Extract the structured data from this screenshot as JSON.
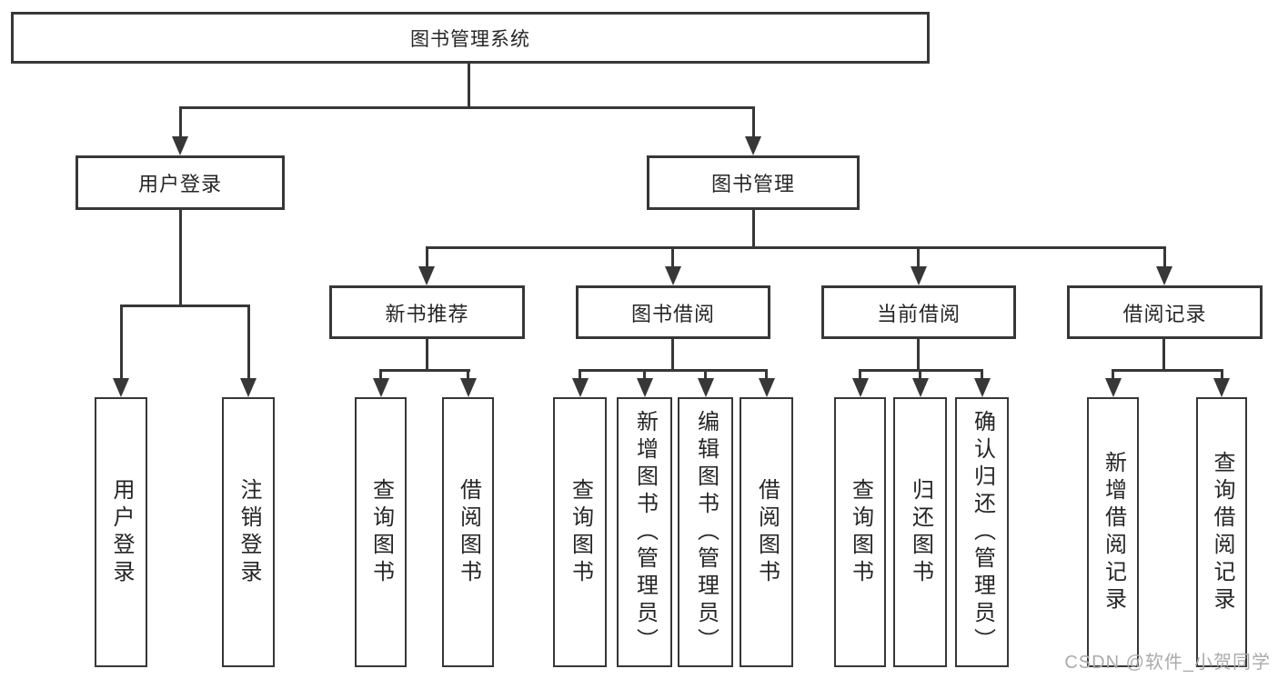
{
  "tree": {
    "root": {
      "label": "图书管理系统",
      "children": [
        {
          "label": "用户登录",
          "children": [
            {
              "label": "用户登录"
            },
            {
              "label": "注销登录"
            }
          ]
        },
        {
          "label": "图书管理",
          "children": [
            {
              "label": "新书推荐",
              "children": [
                {
                  "label": "查询图书"
                },
                {
                  "label": "借阅图书"
                }
              ]
            },
            {
              "label": "图书借阅",
              "children": [
                {
                  "label": "查询图书"
                },
                {
                  "label": "新增图书（管理员）"
                },
                {
                  "label": "编辑图书（管理员）"
                },
                {
                  "label": "借阅图书"
                }
              ]
            },
            {
              "label": "当前借阅",
              "children": [
                {
                  "label": "查询图书"
                },
                {
                  "label": "归还图书"
                },
                {
                  "label": "确认归还（管理员）"
                }
              ]
            },
            {
              "label": "借阅记录",
              "children": [
                {
                  "label": "新增借阅记录"
                },
                {
                  "label": "查询借阅记录"
                }
              ]
            }
          ]
        }
      ]
    }
  },
  "watermark": {
    "text": "CSDN @软件_小贺同学"
  },
  "colors": {
    "line": "#373737",
    "text": "#262626",
    "watermark": "#ababab",
    "background": "#ffffff"
  }
}
